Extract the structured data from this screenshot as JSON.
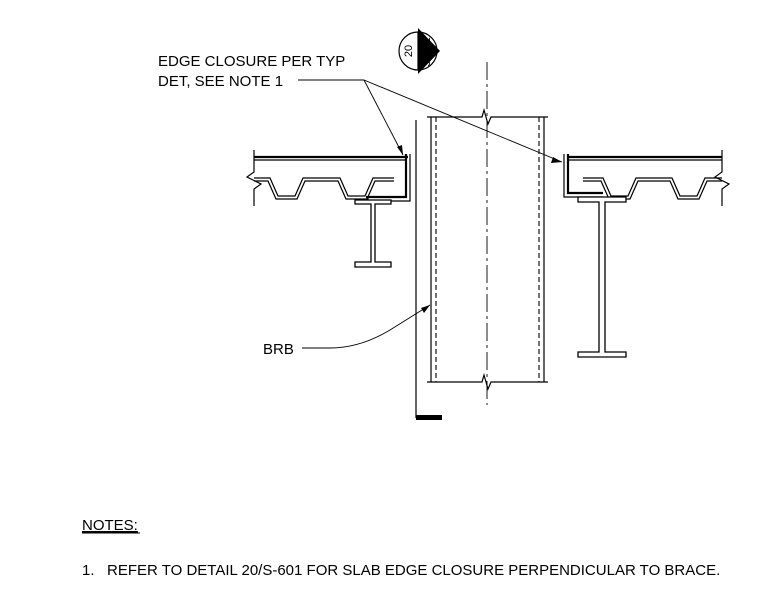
{
  "callouts": {
    "edge_closure_line1": "EDGE CLOSURE PER TYP",
    "edge_closure_line2": "DET, SEE NOTE 1",
    "brb": "BRB"
  },
  "section_tag": {
    "detail": "20",
    "sheet": "S-601"
  },
  "notes": {
    "heading": "NOTES:",
    "items": [
      "1.   REFER TO DETAIL 20/S-601 FOR SLAB EDGE CLOSURE PERPENDICULAR TO BRACE."
    ]
  }
}
